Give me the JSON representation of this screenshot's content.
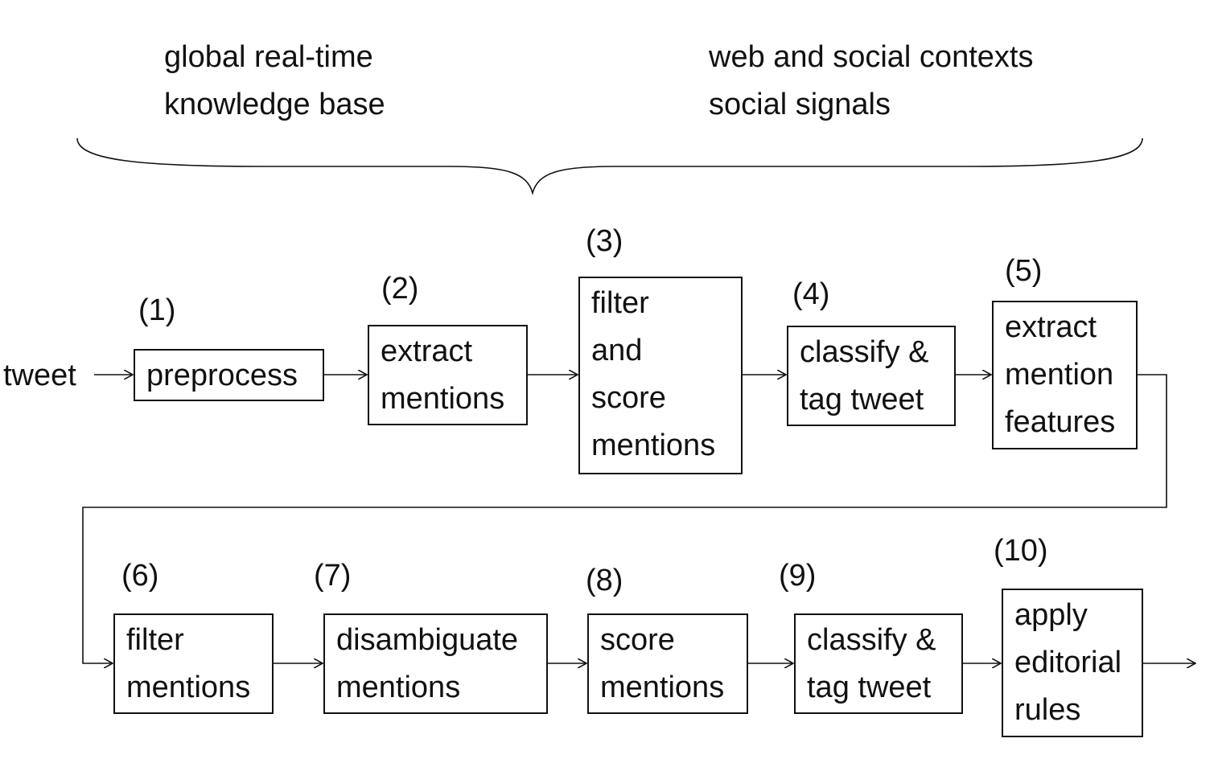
{
  "top_left": {
    "lines": [
      "global real-time",
      "knowledge base"
    ]
  },
  "top_right": {
    "lines": [
      "web and social contexts",
      "social signals"
    ]
  },
  "input_label": "tweet",
  "steps": [
    {
      "num": "(1)",
      "lines": [
        "preprocess"
      ]
    },
    {
      "num": "(2)",
      "lines": [
        "extract",
        "mentions"
      ]
    },
    {
      "num": "(3)",
      "lines": [
        "filter",
        "and",
        "score",
        "mentions"
      ]
    },
    {
      "num": "(4)",
      "lines": [
        "classify &",
        "tag tweet"
      ]
    },
    {
      "num": "(5)",
      "lines": [
        "extract",
        "mention",
        "features"
      ]
    },
    {
      "num": "(6)",
      "lines": [
        "filter",
        "mentions"
      ]
    },
    {
      "num": "(7)",
      "lines": [
        "disambiguate",
        "mentions"
      ]
    },
    {
      "num": "(8)",
      "lines": [
        "score",
        "mentions"
      ]
    },
    {
      "num": "(9)",
      "lines": [
        "classify &",
        "tag tweet"
      ]
    },
    {
      "num": "(10)",
      "lines": [
        "apply",
        "editorial",
        "rules"
      ]
    }
  ]
}
